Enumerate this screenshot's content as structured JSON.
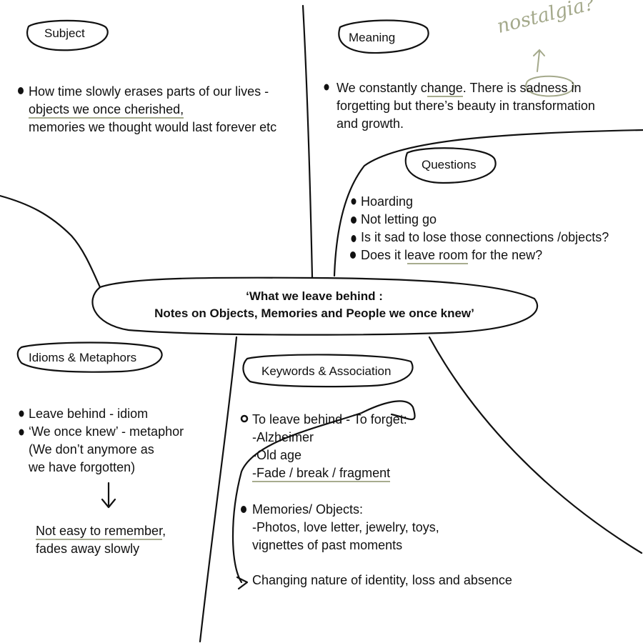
{
  "center": {
    "line1": "‘What we leave behind :",
    "line2": "Notes on Objects, Memories and People we once knew’"
  },
  "subject": {
    "heading": "Subject",
    "lines": [
      "How time slowly erases parts of our lives -",
      "objects we once cherished,",
      "memories we thought would last forever etc"
    ]
  },
  "meaning": {
    "heading": "Meaning",
    "line1_pre": "We constantly c",
    "line1_under1": "hange",
    "line1_mid": ". There is ",
    "line1_under2": "sadness",
    "line1_post": " in",
    "line2": "forgetting but there’s beauty in transformation",
    "line3": "and growth.",
    "annotation": "nostalgia?"
  },
  "questions": {
    "heading": "Questions",
    "items": [
      "Hoarding",
      "Not letting go",
      "Is it sad to lose those connections /objects?"
    ],
    "last_pre": "Does it l",
    "last_under": "eave room",
    "last_post": " for the new?"
  },
  "idioms": {
    "heading": "Idioms & Metaphors",
    "items": [
      "Leave behind - idiom",
      "‘We once knew’ - metaphor"
    ],
    "paren": [
      "(We don’t anymore as",
      "we have forgotten)"
    ],
    "result_under": "Not easy to remember",
    "result_post": ",",
    "result_line2": "fades away slowly"
  },
  "keywords": {
    "heading": "Keywords & Association",
    "first": "To leave behind - To forget:",
    "sub": [
      "-Alzheimer",
      "-Old age",
      "-Fade / break / fragment"
    ],
    "second": "Memories/ Objects:",
    "second_sub": [
      "-Photos, love letter, jewelry, toys,",
      "vignettes of past moments"
    ],
    "conclusion": "Changing nature of identity, loss and absence"
  }
}
